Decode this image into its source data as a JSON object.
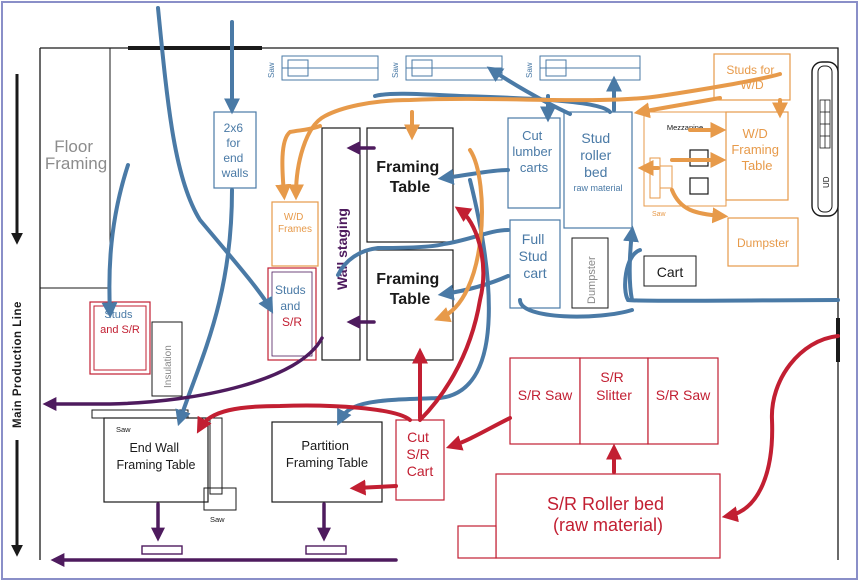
{
  "colors": {
    "frame": "#8a8fc8",
    "black": "#1a1a1a",
    "blue": "#4a7aa6",
    "orange": "#e79a4a",
    "red": "#c21f32",
    "purple": "#4e1b5e",
    "box": "#222222",
    "gray_text": "#888888"
  },
  "side_label": "Main Production Line",
  "areas": {
    "floor_framing": [
      "Floor",
      "Framing"
    ],
    "two_by_six": [
      "2x6",
      "for",
      "end",
      "walls"
    ],
    "wd_frames": [
      "W/D",
      "Frames"
    ],
    "studs_sr_left": [
      "Studs",
      "and S/R"
    ],
    "insulation": "Insulation",
    "studs_sr_center": [
      "Studs",
      "and",
      "S/R"
    ],
    "wall_staging": "Wall staging",
    "framing_table_1": [
      "Framing",
      "Table"
    ],
    "framing_table_2": [
      "Framing",
      "Table"
    ],
    "cut_lumber_carts": [
      "Cut",
      "lumber",
      "carts"
    ],
    "stud_roller_bed": [
      "Stud",
      "roller",
      "bed",
      "raw material"
    ],
    "full_stud_cart": [
      "Full",
      "Stud",
      "cart"
    ],
    "dumpster_vertical": "Dumpster",
    "cart": "Cart",
    "mezzanine": "Mezzanine",
    "studs_for_wd": [
      "Studs for",
      "W/D"
    ],
    "wd_framing_table": [
      "W/D",
      "Framing",
      "Table"
    ],
    "dumpster_right": "Dumpster",
    "dock_label": "UD",
    "sr_saw_left": "S/R Saw",
    "sr_slitter": [
      "S/R",
      "Slitter"
    ],
    "sr_saw_right": "S/R Saw",
    "sr_roller_bed": [
      "S/R Roller bed",
      "(raw material)"
    ],
    "cut_sr_cart": [
      "Cut",
      "S/R",
      "Cart"
    ],
    "end_wall_table": [
      "End Wall",
      "Framing Table"
    ],
    "partition_table": [
      "Partition",
      "Framing Table"
    ],
    "saw": "Saw"
  }
}
